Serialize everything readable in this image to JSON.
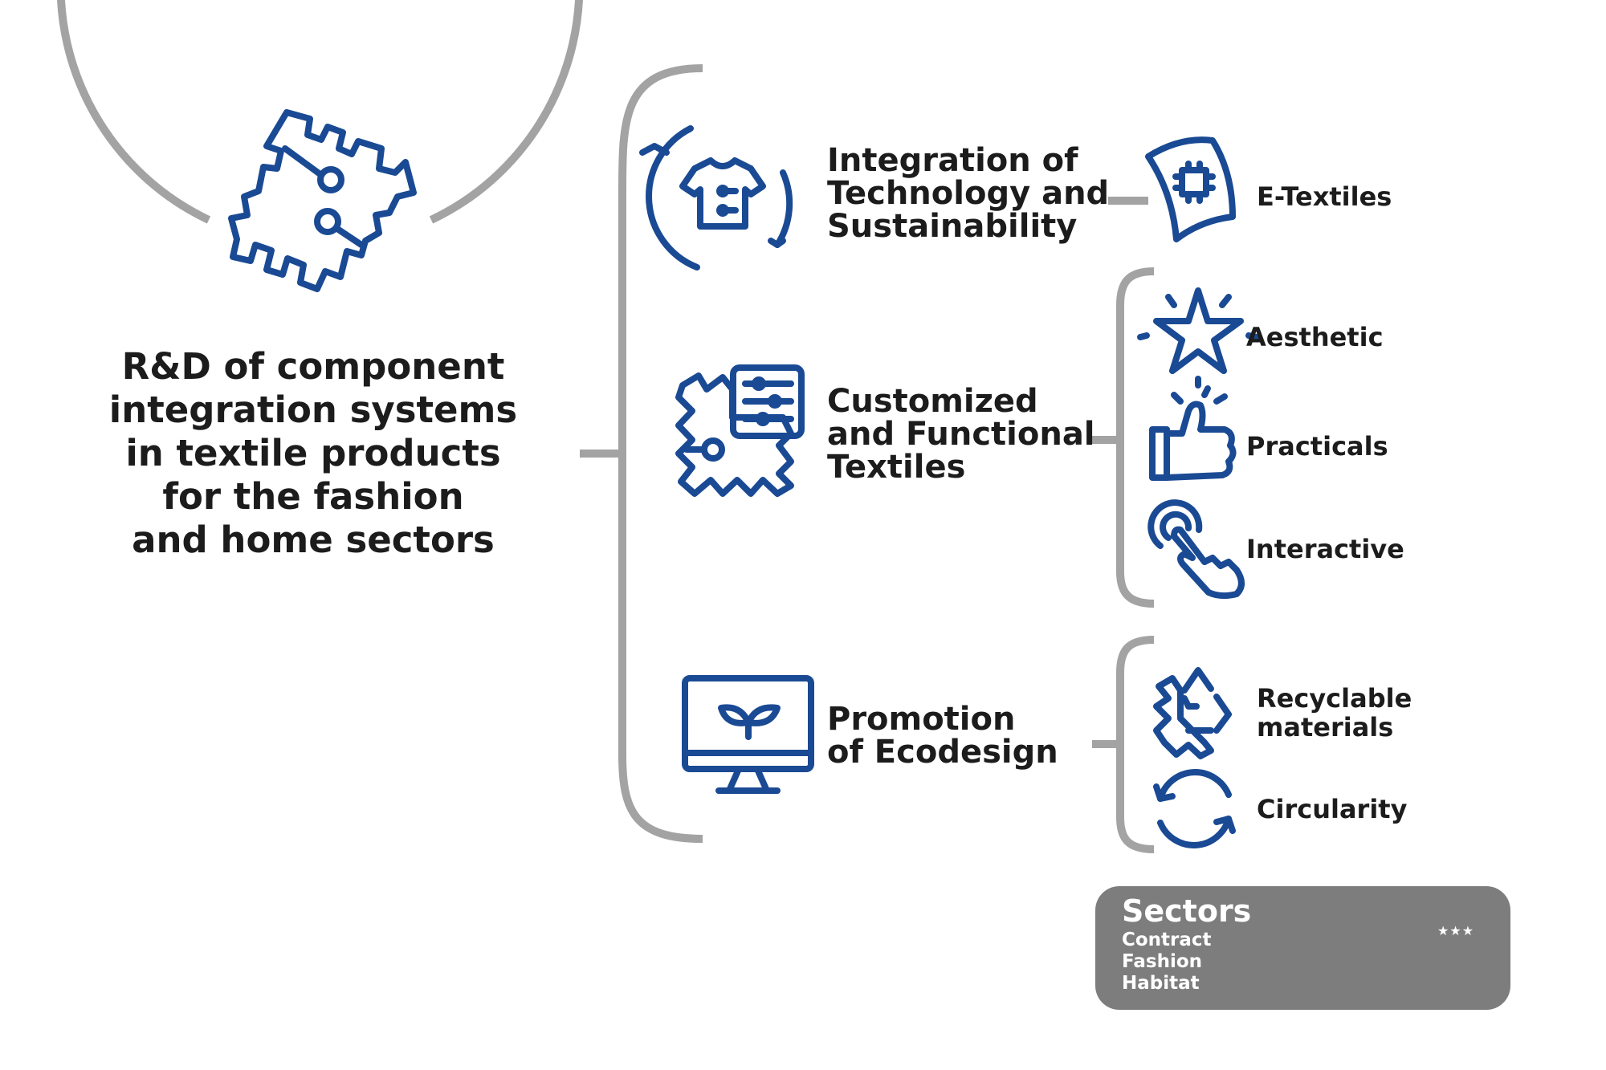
{
  "central": {
    "lines": [
      "R&D of component",
      "integration systems",
      "in textile products",
      "for the fashion",
      "and home sectors"
    ]
  },
  "categories": [
    {
      "lines": [
        "Integration of",
        "Technology and",
        "Sustainability"
      ],
      "icon": "tshirt-cycle-icon",
      "items": [
        {
          "lines": [
            "E-Textiles"
          ],
          "icon": "chip-fabric-icon"
        }
      ]
    },
    {
      "lines": [
        "Customized",
        "and Functional",
        "Textiles"
      ],
      "icon": "fabric-settings-icon",
      "items": [
        {
          "lines": [
            "Aesthetic"
          ],
          "icon": "star-icon"
        },
        {
          "lines": [
            "Practicals"
          ],
          "icon": "thumbs-up-icon"
        },
        {
          "lines": [
            "Interactive"
          ],
          "icon": "touch-icon"
        }
      ]
    },
    {
      "lines": [
        "Promotion",
        "of Ecodesign"
      ],
      "icon": "monitor-sprout-icon",
      "items": [
        {
          "lines": [
            "Recyclable",
            "materials"
          ],
          "icon": "recycle-fabric-icon"
        },
        {
          "lines": [
            "Circularity"
          ],
          "icon": "circular-arrows-icon"
        }
      ]
    }
  ],
  "sectors": {
    "title": "Sectors",
    "items": [
      "Contract",
      "Fashion",
      "Habitat"
    ],
    "stars": "★★★"
  },
  "colors": {
    "icon_blue": "#1a4a94",
    "connector_gray": "#a0a0a0",
    "text_dark": "#1c1c1c",
    "sector_bg": "#7d7d7d"
  }
}
